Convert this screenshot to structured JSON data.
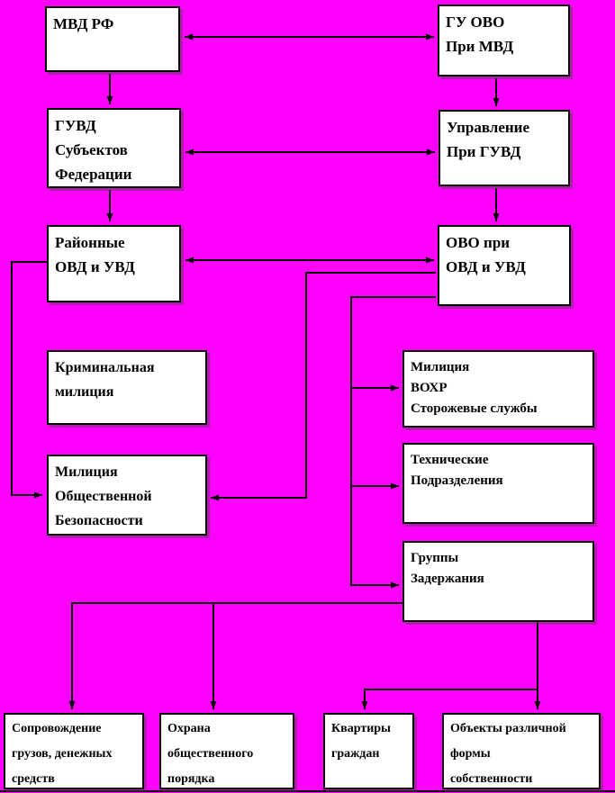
{
  "diagram": {
    "background_color": "#FF00FF",
    "node_fill": "#FFFFFF",
    "node_border_color": "#000000",
    "nodes": {
      "mvd_rf": {
        "label": "МВД РФ"
      },
      "gu_ovo": {
        "label": "ГУ ОВО\nПри МВД"
      },
      "guvd": {
        "label": "ГУВД\nСубъектов\nФедерации"
      },
      "upravlenie": {
        "label": "Управление\nПри ГУВД"
      },
      "raionnye": {
        "label": "Районные\nОВД и УВД"
      },
      "ovo_pri_ovd": {
        "label": "ОВО при\nОВД и УВД"
      },
      "kriminalnaya": {
        "label": "Криминальная\nмилиция"
      },
      "mob": {
        "label": "Милиция\nОбщественной\nБезопасности"
      },
      "vohr": {
        "label": "Милиция\nВОХР\nСторожевые службы"
      },
      "tehnicheskie": {
        "label": "Технические\nПодразделения"
      },
      "gruppy": {
        "label": "Группы\nЗадержания"
      },
      "soprovozhdenie": {
        "label": "Сопровождение\nгрузов, денежных\nсредств"
      },
      "ohrana": {
        "label": "Охрана\nобщественного\nпорядка"
      },
      "kvartiry": {
        "label": "Квартиры\nграждан"
      },
      "obekty": {
        "label": "Объекты различной\nформы\nсобственности"
      }
    }
  }
}
